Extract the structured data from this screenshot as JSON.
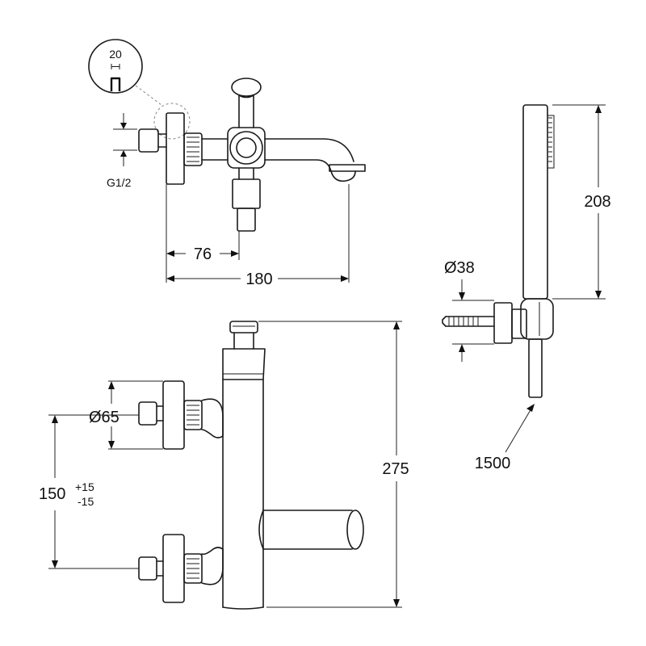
{
  "dimensions": {
    "detail_width": "20",
    "thread": "G1/2",
    "inlet_offset": "76",
    "spout_reach": "180",
    "handshower_length": "208",
    "holder_diameter": "Ø38",
    "handle_diameter": "Ø65",
    "center_distance": "150",
    "center_tol_plus": "+15",
    "center_tol_minus": "-15",
    "body_height": "275",
    "hose_length": "1500"
  }
}
